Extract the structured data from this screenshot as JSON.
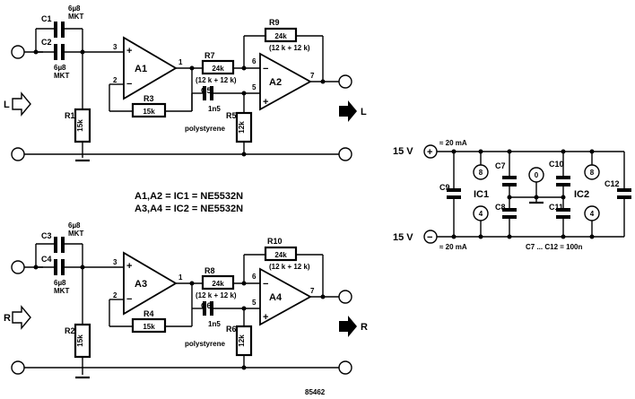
{
  "components": {
    "C1": "C1",
    "C2": "C2",
    "C3": "C3",
    "C4": "C4",
    "C5": "C5",
    "C6": "C6",
    "C7": "C7",
    "C8": "C8",
    "C9": "C9",
    "C10": "C10",
    "C11": "C11",
    "C12": "C12",
    "R1": "R1",
    "R2": "R2",
    "R3": "R3",
    "R4": "R4",
    "R5": "R5",
    "R6": "R6",
    "R7": "R7",
    "R8": "R8",
    "R9": "R9",
    "R10": "R10",
    "A1": "A1",
    "A2": "A2",
    "A3": "A3",
    "A4": "A4",
    "IC1": "IC1",
    "IC2": "IC2"
  },
  "values": {
    "cap_6u8": "6µ8",
    "mkt": "MKT",
    "r_15k": "15k",
    "r_24k": "24k",
    "r_12k": "12k",
    "r_combo": "(12 k + 12 k)",
    "c_1n5": "1n5",
    "polystyrene": "polystyrene"
  },
  "pins": {
    "p1": "1",
    "p2": "2",
    "p3": "3",
    "p5": "5",
    "p6": "6",
    "p7": "7",
    "p4": "4",
    "p8": "8",
    "p0": "0"
  },
  "signs": {
    "plus": "+",
    "minus": "−"
  },
  "channels": {
    "left": "L",
    "right": "R"
  },
  "ic_assign": {
    "line1": "A1,A2 = IC1 = NE5532N",
    "line2": "A3,A4 = IC2 = NE5532N"
  },
  "supply": {
    "pos": "15 V",
    "neg": "15 V",
    "current_pos": "≈ 20 mA",
    "current_neg": "≈ 20 mA",
    "cap_note": "C7 ... C12 = 100n"
  },
  "figure_number": "85462"
}
